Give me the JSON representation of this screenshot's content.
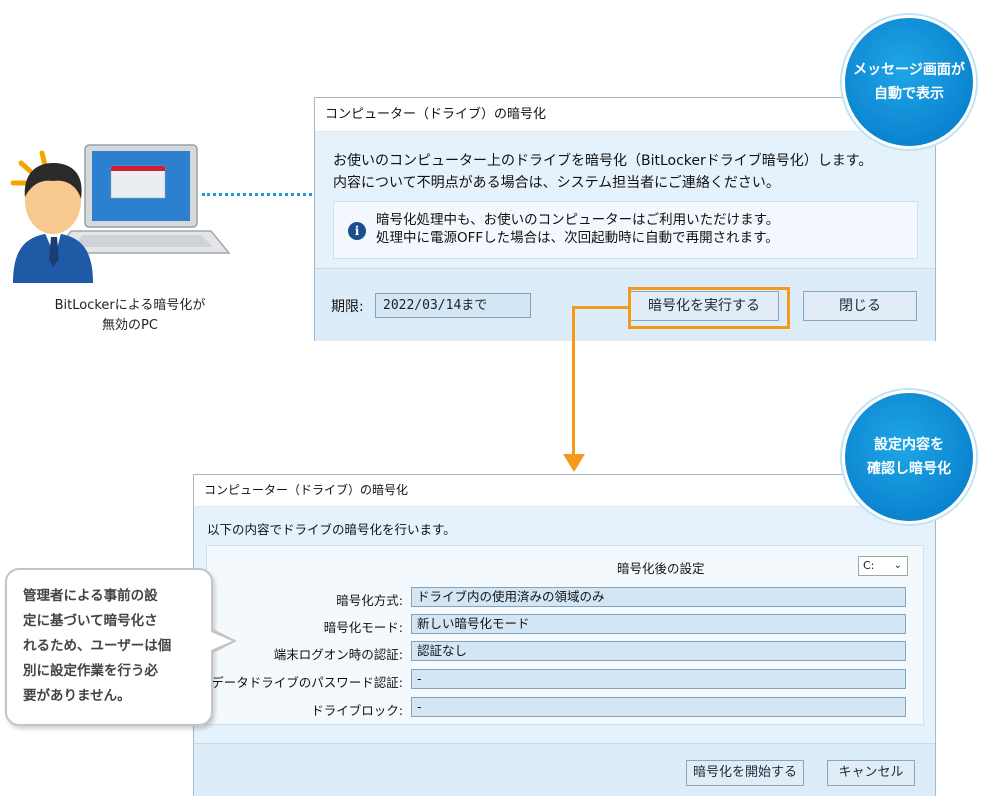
{
  "colors": {
    "accent_blue": "#0b84d0",
    "orange": "#f39a1b",
    "dialog_bg": "#e6f2fb",
    "field_bg": "#d2e6f5"
  },
  "illustration": {
    "person_icon": "person-icon",
    "laptop_icon": "laptop-icon"
  },
  "pc_caption": [
    "BitLockerによる暗号化が",
    "無効のPC"
  ],
  "badge_top": [
    "メッセージ画面が",
    "自動で表示"
  ],
  "badge_bottom": [
    "設定内容を",
    "確認し暗号化"
  ],
  "dialog1": {
    "title": "コンピューター（ドライブ）の暗号化",
    "lines": [
      "お使いのコンピューター上のドライブを暗号化（BitLockerドライブ暗号化）します。",
      "内容について不明点がある場合は、システム担当者にご連絡ください。"
    ],
    "info_icon": "info-icon",
    "info_lines": [
      "暗号化処理中も、お使いのコンピューターはご利用いただけます。",
      "処理中に電源OFFした場合は、次回起動時に自動で再開されます。"
    ],
    "deadline_label": "期限:",
    "deadline_value": "2022/03/14まで",
    "encrypt_label": "暗号化を実行する",
    "close_label": "閉じる"
  },
  "dialog2": {
    "title": "コンピューター（ドライブ）の暗号化",
    "intro": "以下の内容でドライブの暗号化を行います。",
    "heading": "暗号化後の設定",
    "drive_value": "C:",
    "rows": [
      {
        "label": "暗号化方式:",
        "value": "ドライブ内の使用済みの領域のみ"
      },
      {
        "label": "暗号化モード:",
        "value": "新しい暗号化モード"
      },
      {
        "label": "端末ログオン時の認証:",
        "value": "認証なし"
      },
      {
        "label": "データドライブのパスワード認証:",
        "value": "-"
      },
      {
        "label": "ドライブロック:",
        "value": "-"
      }
    ],
    "start_label": "暗号化を開始する",
    "cancel_label": "キャンセル"
  },
  "bubble_lines": [
    "管理者による事前の設",
    "定に基づいて暗号化さ",
    "れるため、ユーザーは個",
    "別に設定作業を行う必",
    "要がありません。"
  ]
}
